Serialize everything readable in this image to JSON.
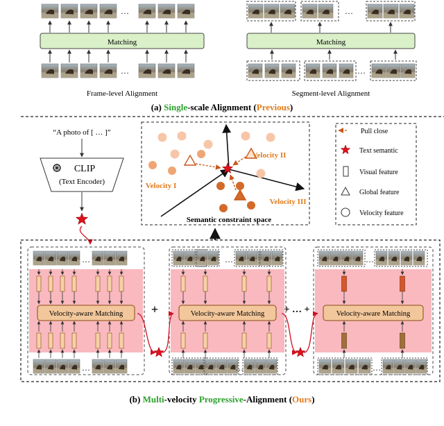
{
  "top": {
    "left_matching": "Matching",
    "right_matching": "Matching",
    "frame_level_label": "Frame-level Alignment",
    "segment_level_label": "Segment-level Alignment",
    "ellipsis": "…",
    "caption_a": {
      "prefix": "(a) ",
      "word1": "Single",
      "middle": "-scale Alignment (",
      "word2": "Previous",
      "suffix": ")"
    }
  },
  "middle": {
    "prompt_text": "“A photo of [ … ]”",
    "clip_label": "CLIP",
    "clip_sub": "(Text Encoder)",
    "velocity_labels": [
      "Velocity I",
      "Velocity II",
      "Velocity III"
    ],
    "space_label": "Semantic constraint space",
    "legend": [
      {
        "icon": "pull-close-arrow-icon",
        "label": "Pull close"
      },
      {
        "icon": "star-icon",
        "label": "Text semantic"
      },
      {
        "icon": "visual-feature-icon",
        "label": "Visual feature"
      },
      {
        "icon": "triangle-icon",
        "label": "Global feature"
      },
      {
        "icon": "circle-icon",
        "label": "Velocity feature"
      }
    ]
  },
  "bottom": {
    "matching_label": "Velocity-aware Matching",
    "plus": "+",
    "plus_dots": "+ … +",
    "caption_b": {
      "prefix": "(b) ",
      "word1": "Multi",
      "middle1": "-velocity ",
      "word2": "Progressive",
      "middle2": "-Alignment (",
      "word3": "Ours",
      "suffix": ")"
    }
  },
  "colors": {
    "green_box": "#d9f0c8",
    "green_text": "#2ca02c",
    "orange_text": "#e07b1a",
    "pink_panel": "#f9b9bf",
    "orange_box": "#f2c79b",
    "star_red": "#e0101c",
    "circle_light": "#f7c6a8",
    "circle_dark": "#d26a2a"
  }
}
